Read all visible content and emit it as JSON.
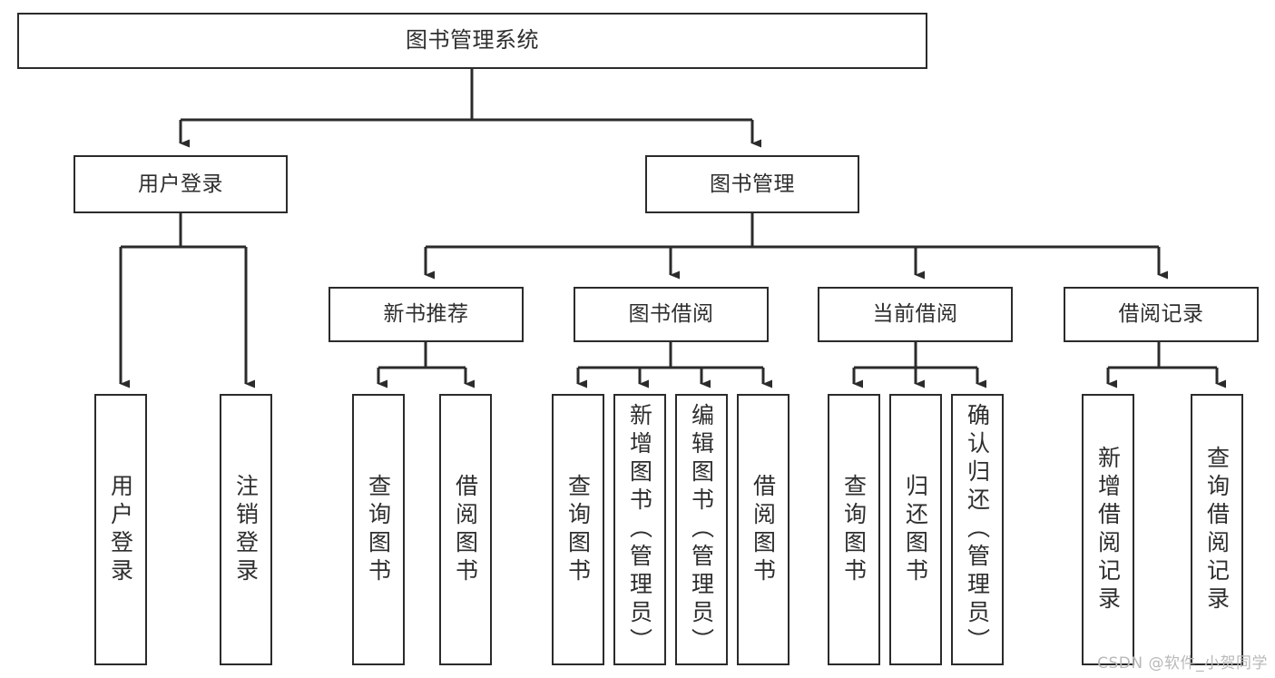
{
  "diagram": {
    "title": "图书管理系统",
    "type": "hierarchy-tree",
    "orientation": "top-down",
    "style": {
      "box_border_color": "#2b2b2b",
      "box_fill_color": "#ffffff",
      "text_color": "#2e2e2e",
      "edge_color": "#2b2b2b",
      "background": "#ffffff",
      "watermark_color": "#b9b9b9"
    }
  },
  "root": {
    "label": "图书管理系统"
  },
  "level1": [
    {
      "label": "用户登录"
    },
    {
      "label": "图书管理"
    }
  ],
  "level2": [
    {
      "label": "新书推荐"
    },
    {
      "label": "图书借阅"
    },
    {
      "label": "当前借阅"
    },
    {
      "label": "借阅记录"
    }
  ],
  "leaves": {
    "user_login": [
      {
        "label": "用户登录"
      },
      {
        "label": "注销登录"
      }
    ],
    "new_book_recommend": [
      {
        "label": "查询图书"
      },
      {
        "label": "借阅图书"
      }
    ],
    "book_borrow": [
      {
        "label": "查询图书"
      },
      {
        "label": "新增图书（管理员）"
      },
      {
        "label": "编辑图书（管理员）"
      },
      {
        "label": "借阅图书"
      }
    ],
    "current_borrow": [
      {
        "label": "查询图书"
      },
      {
        "label": "归还图书"
      },
      {
        "label": "确认归还（管理员）"
      }
    ],
    "borrow_record": [
      {
        "label": "新增借阅记录"
      },
      {
        "label": "查询借阅记录"
      }
    ]
  },
  "watermark": {
    "text": "CSDN @软件_小贺同学"
  }
}
